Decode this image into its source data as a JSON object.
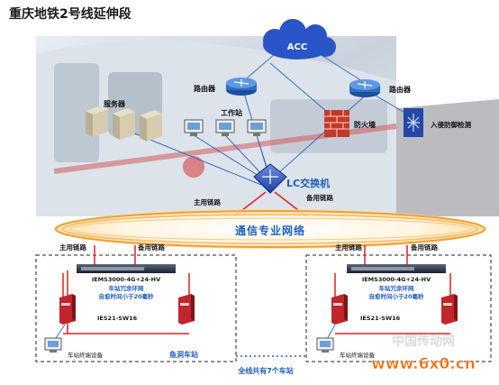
{
  "title": "重庆地铁2号线延伸段",
  "cloud": {
    "label": "ACC"
  },
  "routers": [
    {
      "label": "路由器"
    },
    {
      "label": "路由器"
    }
  ],
  "firewall": {
    "label": "防火墙"
  },
  "ids": {
    "label": "入侵防御检测"
  },
  "servers": {
    "label": "服务器"
  },
  "workstations": {
    "label": "工作站"
  },
  "lc_switch": {
    "label": "LC交换机"
  },
  "links_top": {
    "main": "主用链路",
    "backup": "备用链路"
  },
  "ring": {
    "label": "通信专业网络"
  },
  "stations": [
    {
      "links": {
        "main": "主用链路",
        "backup": "备用链路"
      },
      "device": "IEMS3000-4G+24-HV",
      "ring_note": [
        "车站冗余环网",
        "自愈时间小于20毫秒"
      ],
      "switch_label": "IES21-SW16",
      "terminal_label": "车站终端设备",
      "name": "鱼洞车站"
    },
    {
      "links": {
        "main": "主用链路",
        "backup": "备用链路"
      },
      "device": "IEMS3000-4G+24-HV",
      "ring_note": [
        "车站冗余环网",
        "自愈时间小于20毫秒"
      ],
      "switch_label": "IES21-SW16",
      "terminal_label": "车站终端设备",
      "name": ""
    }
  ],
  "footer": {
    "label": "全线共有7个车站"
  },
  "watermark": {
    "site": "www.6x0.cn",
    "cn": "中国传动网"
  },
  "colors": {
    "blue_text": "#1f5fbf",
    "red_line": "#e02020",
    "ring": "#f0a030",
    "title": "#1a1a1a"
  }
}
